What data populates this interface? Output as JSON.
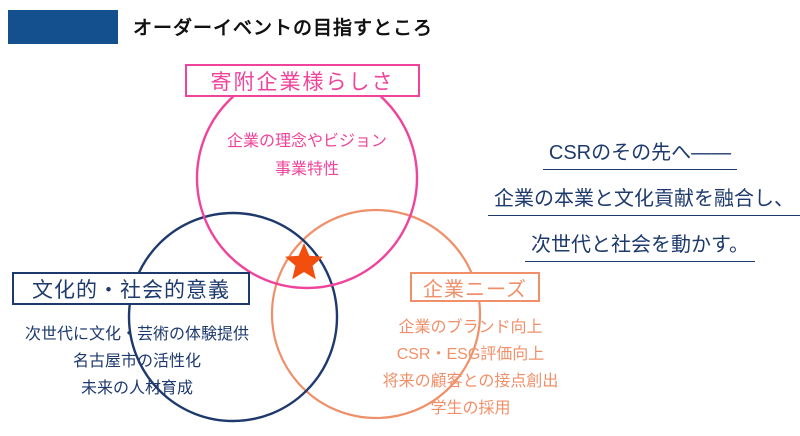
{
  "title": "オーダーイベントの目指すところ",
  "accent_color": "#15508E",
  "venn": {
    "donor_identity": {
      "label": "寄附企業様らしさ",
      "color": "#F0439B",
      "items": [
        "企業の理念やビジョン",
        "事業特性"
      ]
    },
    "cultural_social": {
      "label": "文化的・社会的意義",
      "color": "#1E3A6D",
      "items": [
        "次世代に文化・芸術の体験提供",
        "名古屋市の活性化",
        "未来の人材育成"
      ]
    },
    "corporate_needs": {
      "label": "企業ニーズ",
      "color": "#F0906A",
      "items": [
        "企業のブランド向上",
        "CSR・ESG評価向上",
        "将来の顧客との接点創出",
        "学生の採用"
      ]
    }
  },
  "star_color": "#F24E0E",
  "tagline": {
    "color": "#1E3A6D",
    "lines": [
      "CSRのその先へ――",
      "企業の本業と文化貢献を融合し、",
      "次世代と社会を動かす。"
    ]
  }
}
